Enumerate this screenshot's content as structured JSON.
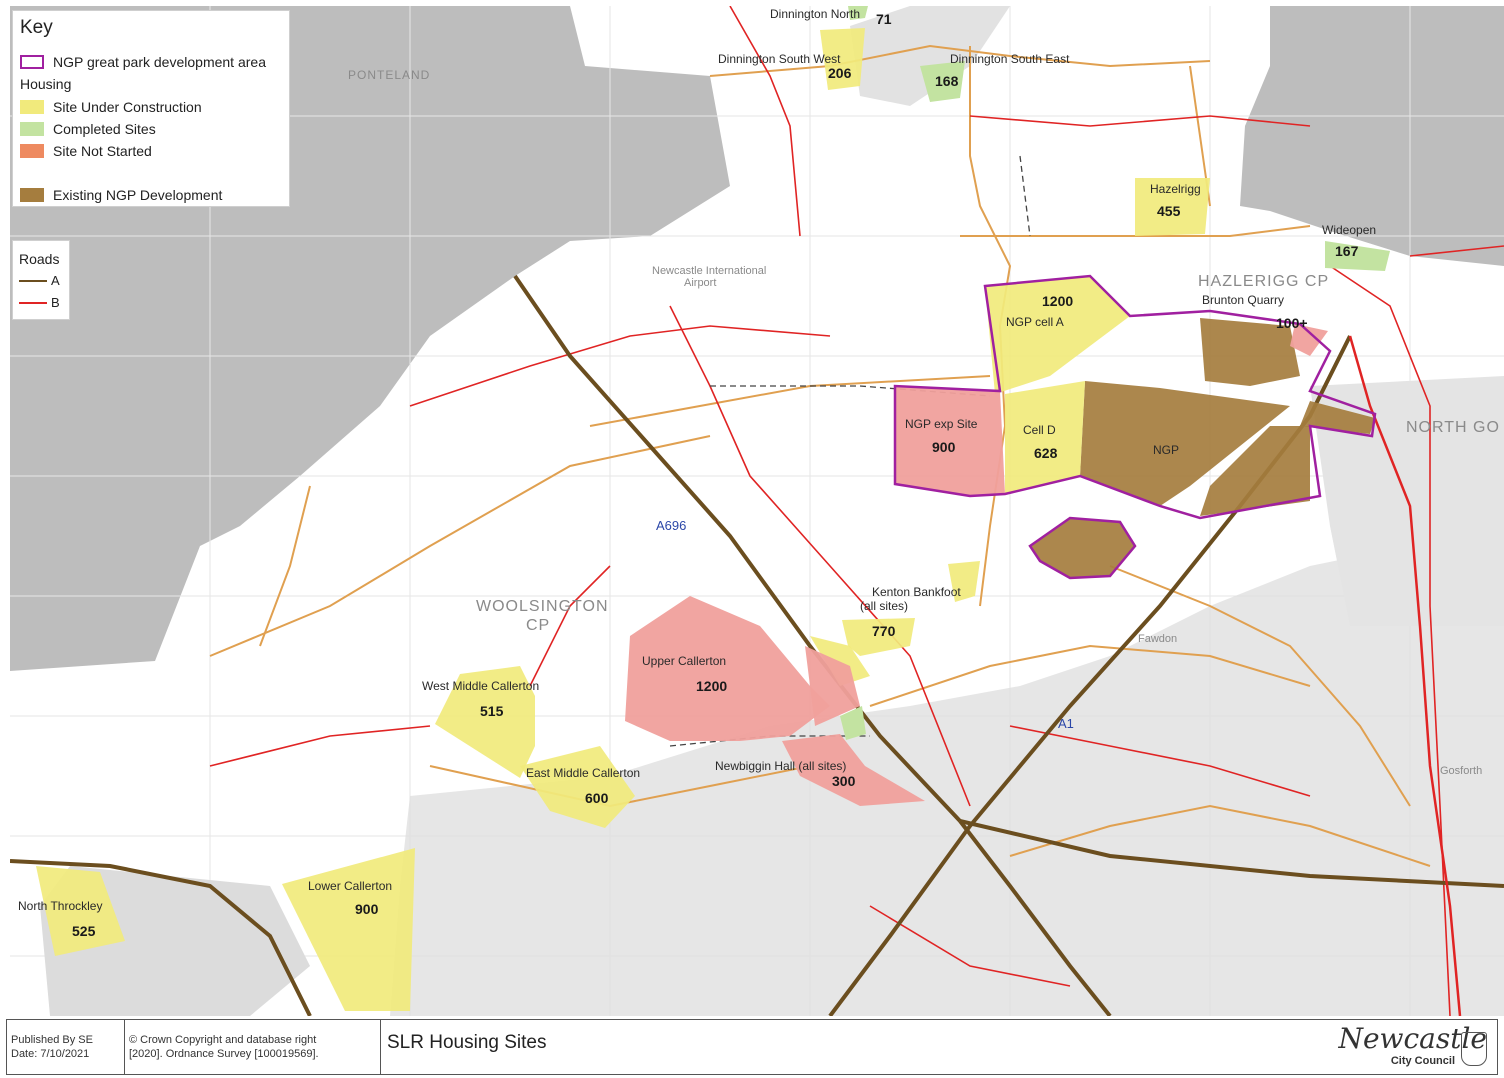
{
  "legend": {
    "title": "Key",
    "items": [
      {
        "label": "NGP great park development area",
        "swatch": "boundary",
        "color": "#a020a0"
      },
      {
        "label": "Site Under Construction",
        "swatch": "fill",
        "color": "#f1ea7c"
      },
      {
        "label": "Completed Sites",
        "swatch": "fill",
        "color": "#c3e3a1"
      },
      {
        "label": "Site Not Started",
        "swatch": "fill",
        "color": "#ee8a60"
      },
      {
        "label": "Existing NGP Development",
        "swatch": "fill",
        "color": "#a57d3e"
      }
    ],
    "group_label": "Housing"
  },
  "roads_key": {
    "title": "Roads",
    "items": [
      {
        "label": "A",
        "color": "#6b4e1f"
      },
      {
        "label": "B",
        "color": "#e02424"
      }
    ]
  },
  "colors": {
    "under_construction": "#f1ea7c",
    "completed": "#c3e3a1",
    "not_started": "#ee8a60",
    "not_started_map": "#f0a09c",
    "existing_ngp": "#a57d3e",
    "ngp_boundary": "#a020a0",
    "a_road": "#6b4e1f",
    "b_road": "#e02424",
    "minor_road": "#e0a050",
    "outside_area": "#bdbdbd"
  },
  "sites": {
    "dinnington_north": {
      "name": "Dinnington North",
      "count": "71"
    },
    "dinnington_sw": {
      "name": "Dinnington South West",
      "count": "206"
    },
    "dinnington_se": {
      "name": "Dinnington South East",
      "count": "168"
    },
    "hazelrigg": {
      "name": "Hazelrigg",
      "count": "455"
    },
    "wideopen": {
      "name": "Wideopen",
      "count": "167"
    },
    "ngp_cell_a": {
      "name": "NGP cell A",
      "count": "1200"
    },
    "brunton_quarry": {
      "name": "Brunton Quarry",
      "count": "100+"
    },
    "ngp_exp": {
      "name": "NGP exp Site",
      "count": "900"
    },
    "cell_d": {
      "name": "Cell D",
      "count": "628"
    },
    "ngp": {
      "name": "NGP"
    },
    "kenton_bankfoot": {
      "name": "Kenton Bankfoot",
      "note": "(all sites)",
      "count": "770"
    },
    "upper_callerton": {
      "name": "Upper Callerton",
      "count": "1200"
    },
    "west_middle_callerton": {
      "name": "West Middle Callerton",
      "count": "515"
    },
    "east_middle_callerton": {
      "name": "East Middle Callerton",
      "count": "600"
    },
    "newbiggin_hall": {
      "name": "Newbiggin Hall (all sites)",
      "count": "300"
    },
    "lower_callerton": {
      "name": "Lower Callerton",
      "count": "900"
    },
    "north_throckley": {
      "name": "North Throckley",
      "count": "525"
    }
  },
  "places": {
    "ponteland": "PONTELAND",
    "woolsington": "WOOLSINGTON",
    "woolsington_cp": "CP",
    "hazlerigg_cp": "HAZLERIGG CP",
    "north_gosforth": "NORTH GO",
    "airport": "Newcastle International",
    "airport2": "Airport",
    "gosforth": "Gosforth",
    "fawdon": "Fawdon"
  },
  "road_labels": {
    "a696": "A696",
    "a1": "A1"
  },
  "footer": {
    "published": "Published By SE",
    "date": "Date: 7/10/2021",
    "copyright1": "© Crown Copyright and database right",
    "copyright2": "[2020]. Ordnance Survey [100019569].",
    "title": "SLR Housing Sites",
    "logo_name": "Newcastle",
    "logo_sub": "City Council"
  }
}
